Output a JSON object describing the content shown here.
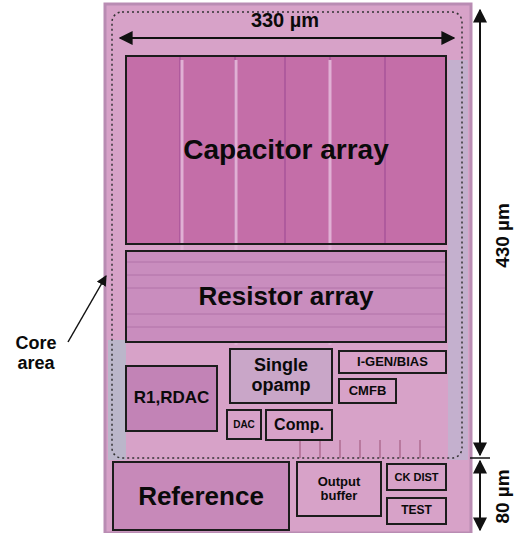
{
  "diagram": {
    "nodes": [
      {
        "text": [
          "Capacitor array"
        ]
      },
      {
        "text": [
          "Resistor array"
        ]
      },
      {
        "text": [
          "Single opamp"
        ]
      },
      {
        "text": [
          "I-GEN/BIAS"
        ]
      },
      {
        "text": [
          "R1,RDAC"
        ]
      },
      {
        "text": [
          "CMFB"
        ]
      },
      {
        "text": [
          "DAC"
        ]
      },
      {
        "text": [
          "Comp."
        ]
      },
      {
        "text": [
          "Reference"
        ]
      },
      {
        "text": [
          "Output buffer"
        ]
      },
      {
        "text": [
          "CK DIST"
        ]
      },
      {
        "text": [
          "TEST"
        ]
      }
    ],
    "labels": [
      "330 µm",
      "430 µm",
      "80 µm",
      "Core area"
    ]
  }
}
